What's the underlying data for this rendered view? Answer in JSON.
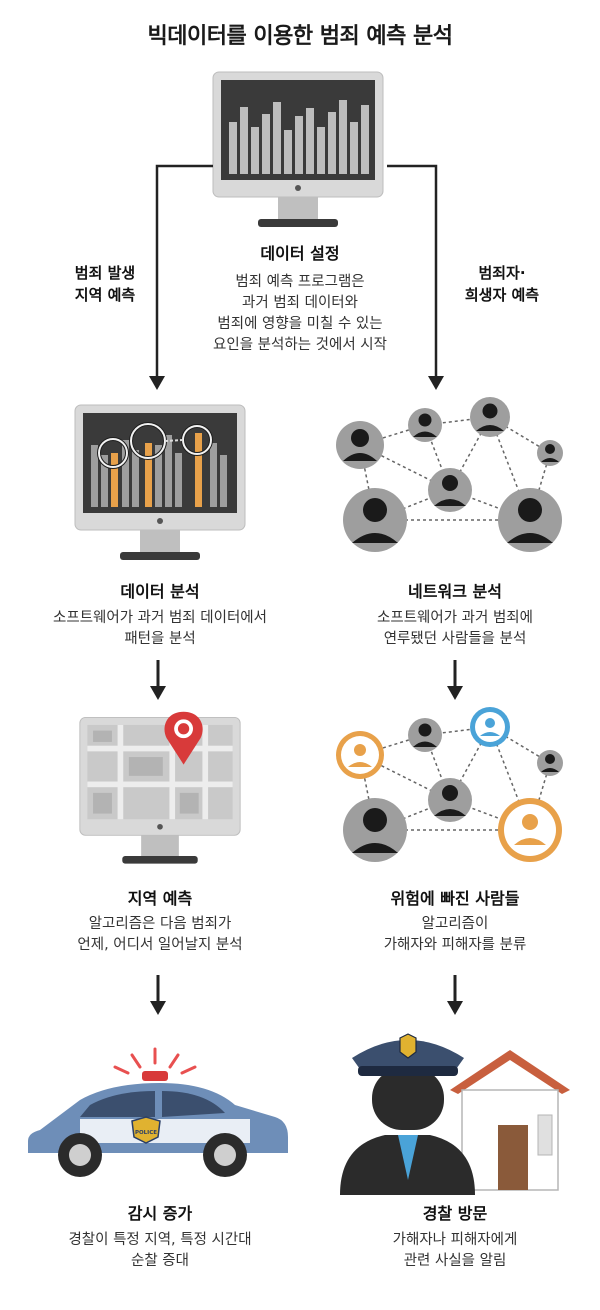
{
  "title": "빅데이터를 이용한 범죄 예측 분석",
  "top": {
    "heading": "데이터 설정",
    "desc_lines": [
      "범죄 예측 프로그램은",
      "과거 범죄 데이터와",
      "범죄에 영향을 미칠 수 있는",
      "요인을 분석하는 것에서 시작"
    ]
  },
  "left_branch_label": [
    "범죄 발생",
    "지역 예측"
  ],
  "right_branch_label": [
    "범죄자·",
    "희생자 예측"
  ],
  "left": {
    "step1": {
      "heading": "데이터 분석",
      "desc_lines": [
        "소프트웨어가 과거 범죄 데이터에서",
        "패턴을 분석"
      ]
    },
    "step2": {
      "heading": "지역 예측",
      "desc_lines": [
        "알고리즘은 다음 범죄가",
        "언제, 어디서 일어날지 분석"
      ]
    },
    "step3": {
      "heading": "감시 증가",
      "desc_lines": [
        "경찰이 특정 지역, 특정 시간대",
        "순찰 증대"
      ]
    }
  },
  "right": {
    "step1": {
      "heading": "네트워크 분석",
      "desc_lines": [
        "소프트웨어가 과거 범죄에",
        "연루됐던 사람들을 분석"
      ]
    },
    "step2": {
      "heading": "위험에 빠진 사람들",
      "desc_lines": [
        "알고리즘이",
        "가해자와 피해자를 분류"
      ]
    },
    "step3": {
      "heading": "경찰 방문",
      "desc_lines": [
        "가해자나 피해자에게",
        "관련 사실을 알림"
      ]
    }
  },
  "badge_text": "POLICE",
  "colors": {
    "orange": "#e8a14a",
    "blue": "#4aa3d8",
    "red": "#d83a3a",
    "dark": "#2b2b2b",
    "gray": "#9a9a9a"
  }
}
